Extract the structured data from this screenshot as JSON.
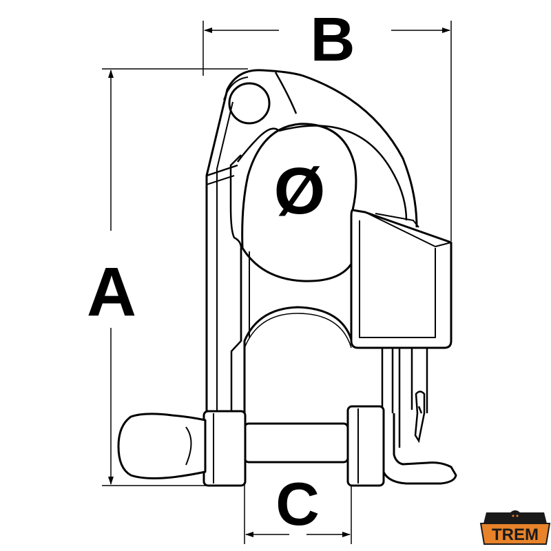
{
  "dimensions": {
    "height_label": "A",
    "width_label": "B",
    "opening_label": "C",
    "diameter_label": "Ø"
  },
  "logo": {
    "text": "TREM",
    "colors": {
      "orange": "#e8832a",
      "dark": "#1a1a1a"
    }
  },
  "colors": {
    "line": "#000000",
    "background": "#ffffff"
  }
}
